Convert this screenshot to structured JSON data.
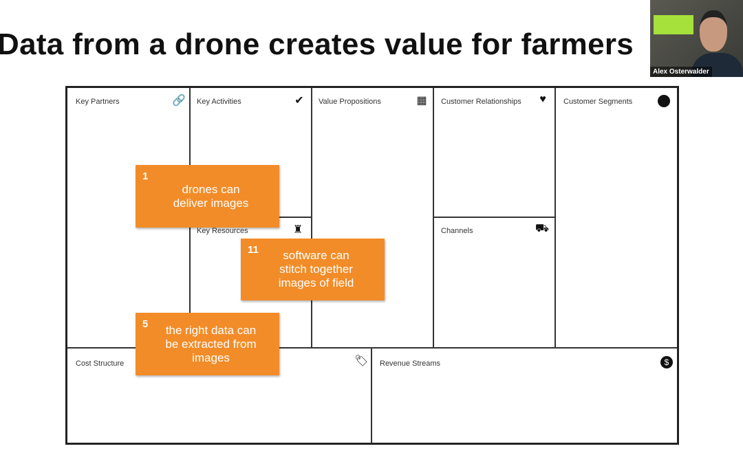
{
  "slide": {
    "title": "Data from a drone creates value for farmers"
  },
  "canvas": {
    "blocks": [
      {
        "label": "Key Partners",
        "icon": "link-icon"
      },
      {
        "label": "Key Activities",
        "icon": "check-circle-icon"
      },
      {
        "label": "Key Resources",
        "icon": "resources-icon"
      },
      {
        "label": "Value Propositions",
        "icon": "gift-icon"
      },
      {
        "label": "Customer Relationships",
        "icon": "heart-icon"
      },
      {
        "label": "Channels",
        "icon": "truck-icon"
      },
      {
        "label": "Customer Segments",
        "icon": "face-icon"
      },
      {
        "label": "Cost Structure",
        "icon": "tag-icon"
      },
      {
        "label": "Revenue Streams",
        "icon": "money-bag-icon"
      }
    ]
  },
  "stickies": [
    {
      "num": "1",
      "text": "drones can deliver images"
    },
    {
      "num": "11",
      "text": "software can stitch together images of field"
    },
    {
      "num": "5",
      "text": "the right data can be extracted from images"
    }
  ],
  "video": {
    "name": "Alex Osterwalder"
  },
  "colors": {
    "sticky": "#f28c28"
  }
}
